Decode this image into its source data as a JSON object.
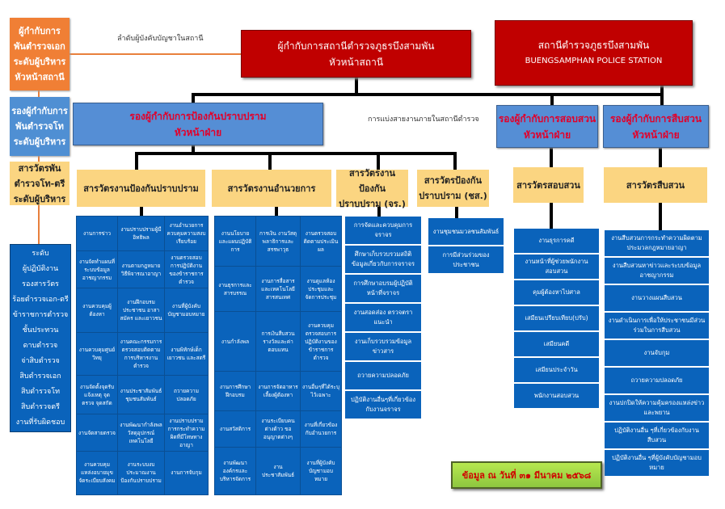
{
  "legend": {
    "commander": [
      "ผู้กำกับการ",
      "พันตำรวจเอก",
      "ระดับผู้บริหาร",
      "หัวหน้าสถานี"
    ],
    "deputy": [
      "รองผู้กำกับการ",
      "พันตำรวจโท",
      "ระดับผู้บริหาร"
    ],
    "inspector": [
      "สารวัตรพัน",
      "ตำรวจโท-ตรี",
      "ระดับผู้บริหาร"
    ],
    "staff": [
      "ระดับ",
      "ผู้ปฏิบัติงาน",
      "รองสารวัตร",
      "ร้อยตำรวจเอก-ตรี",
      "ข้าราชการตำรวจ",
      "ชั้นประทวน",
      "ดาบตำรวจ",
      "จ่าสิบตำรวจ",
      "สิบตำรวจเอก",
      "สิบตำรวจโท",
      "สิบตำรวจตรี",
      "งานที่รับผิดชอบ"
    ]
  },
  "notes": {
    "chain_of_command": "ลำดับผู้บังคับบัญชาในสถานี",
    "division_lines": "การแบ่งสายงานภายในสถานีตำรวจ"
  },
  "station": {
    "name_th": "สถานีตำรวจภูธรบึงสามพัน",
    "name_en": "BUENGSAMPHAN POLICE STATION"
  },
  "head": {
    "title": "ผู้กำกับการสถานีตำรวจภูธรบึงสามพัน",
    "role": "หัวหน้าสถานี"
  },
  "deputies": {
    "prevention": {
      "title": "รองผู้กำกับการป้องกันปราบปราม",
      "role": "หัวหน้าฝ่าย"
    },
    "inquiry": {
      "title": "รองผู้กำกับการสอบสวน",
      "role": "หัวหน้าฝ่าย"
    },
    "investigation": {
      "title": "รองผู้กำกับการสืบสวน",
      "role": "หัวหน้าฝ่าย"
    }
  },
  "inspectors": {
    "prevention": "สารวัตรงานป้องกันปราบปราม",
    "admin": "สารวัตรงานอำนวยการ",
    "traffic": [
      "สารวัตรงานป้องกัน",
      "ปราบปราม (จร.)"
    ],
    "community": [
      "สารวัตรป้องกัน",
      "ปราบปราม (ชส.)"
    ],
    "inquiry": "สารวัตรสอบสวน",
    "investigation": "สารวัตรสืบสวน"
  },
  "prevention_tasks": [
    [
      "งานการข่าว",
      "งานปราบปรามผู้มีอิทธิพล",
      "งานอำนวยการควบคุมความสงบเรียบร้อย"
    ],
    [
      "งานจัดทำแผนที่ระบบข้อมูลอาชญากรรม",
      "งานตามกฎหมายวิธีพิจารณาอาญา",
      "งานตรวจสอบการปฏิบัติงานของข้าราชการตำรวจ"
    ],
    [
      "งานควบคุมผู้ต้องหา",
      "งานฝึกอบรมประชาชน อาสาสมัคร และเยาวชน",
      "งานที่ผู้บังคับบัญชามอบหมาย"
    ],
    [
      "งานควบคุมศูนย์วิทยุ",
      "งานคณะกรรมการตรวจสอบติดตามการบริหารงานตำรวจ",
      "งานพิทักษ์เด็ก เยาวชน และสตรี"
    ],
    [
      "งานจัดตั้งจุดรับแจ้งเหตุ จุดตรวจ จุดสกัด",
      "งานประชาสัมพันธ์ชุมชนสัมพันธ์",
      "ถวายความปลอดภัย"
    ],
    [
      "งานจัดสายตรวจ",
      "งานพัฒนากำลังพล วัสดุอุปกรณ์ เทคโนโลยี",
      "งานปราบปรามการกระทำความผิดที่มีโทษทางอาญา"
    ],
    [
      "งานควบคุมแหล่งอบายมุข จัดระเบียบสังคม",
      "งานระบบงบประมาณงานป้องกันปราบปราม",
      "งานการจับกุม"
    ]
  ],
  "admin_tasks": [
    [
      "งานนโยบายและแผนปฏิบัติการ",
      "การเงิน งานวัสดุ พลาธิการและสรรพาวุธ",
      "งานตรวจสอบติดตามประเมินผล"
    ],
    [
      "งานธุรการและสารบรรณ",
      "งานการสื่อสารและเทคโนโลยีสารสนเทศ",
      "งานดูแลห้องประชุมและจัดการประชุม"
    ],
    [
      "งานกำลังพล",
      "การเงินสืบสวน รางวัลและค่าตอบแทน",
      "งานควบคุมตรวจสอบการปฏิบัติงานของข้าราชการตำรวจ"
    ],
    [
      "งานการศึกษาฝึกอบรม",
      "งานการจัดอาหารเลี้ยงผู้ต้องหา",
      "งานอื่นๆที่ได้ระบุไว้เฉพาะ"
    ],
    [
      "งานสวัสดิการ",
      "งานระเบียบคนต่างด้าว ขออนุญาตต่างๆ",
      "งานที่เกี่ยวข้องกับอำนวยการ"
    ],
    [
      "งานพัฒนาองค์กรและบริหารจัดการ",
      "งานประชาสัมพันธ์",
      "งานที่ผู้บังคับบัญชามอบหมาย"
    ]
  ],
  "traffic_tasks": [
    "การจัดและควบคุมการจราจร",
    "ศึกษาเก็บรวบรวมสถิติข้อมูลเกี่ยวกับการจราจร",
    "การศึกษาอบรมผู้ปฏิบัติหน้าที่จราจร",
    "งานสอดส่อง ตรวจตรา แนะนำ",
    "งานเก็บรวบรวมข้อมูลข่าวสาร",
    "ถวายความปลอดภัย",
    "ปฏิบัติงานอื่นๆที่เกี่ยวข้องกับงานจราจร"
  ],
  "community_tasks": [
    "งานชุมชนมวลชนสัมพันธ์",
    "การมีส่วนร่วมของประชาชน"
  ],
  "inquiry_tasks": [
    "งานธุรการคดี",
    "งานหน้าที่ผู้ช่วยพนักงานสอบสวน",
    "คุมผู้ต้องหาไปศาล",
    "เสมียนเปรียบเทียบ(ปรับ)",
    "เสมียนคดี",
    "เสมียนประจำวัน",
    "พนักงานสอบสวน"
  ],
  "investigation_tasks": [
    "งานสืบสวนการกระทำความผิดตามประมวลกฎหมายอาญา",
    "งานสืบสวนหาข่าวและระบบข้อมูลอาชญากรรม",
    "งานวางแผนสืบสวน",
    "งานดำเนินการเพื่อให้ประชาชนมีส่วนร่วมในการสืบสวน",
    "งานจับกุม",
    "ถวายความปลอดภัย",
    "งานปกปิดให้ความคุ้มครองแหล่งข่าวและพยาน",
    "ปฏิบัติงานอื่น ๆที่เกี่ยวข้องกับงานสืบสวน",
    "ปฏิบัติงานอื่น ๆที่ผู้บังคับบัญชามอบหมาย"
  ],
  "footer": {
    "as_of": "ข้อมูล ณ วันที่ ๓๑ มีนาคม ๒๕๖๘"
  },
  "colors": {
    "red": "#c00000",
    "blue": "#558ed5",
    "dark_blue": "#0a63bb",
    "yellow": "#fbd581",
    "orange": "#f07f35",
    "green": "#8dc63f"
  }
}
